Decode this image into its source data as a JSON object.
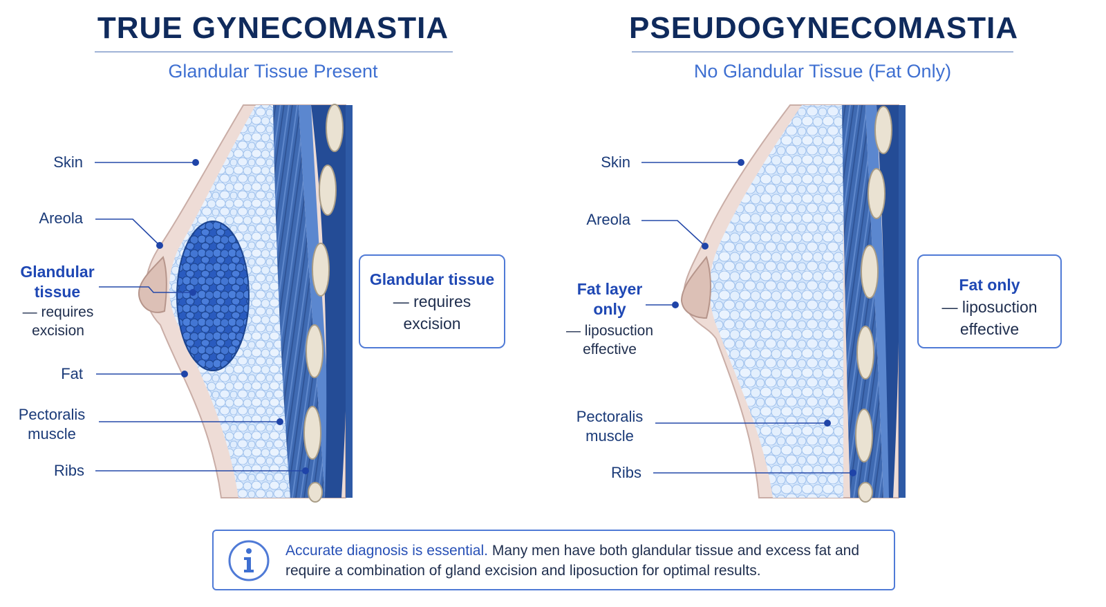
{
  "left_panel": {
    "title": "TRUE GYNECOMASTIA",
    "subtitle": "Glandular Tissue Present",
    "labels": {
      "skin": "Skin",
      "areola": "Areola",
      "glandular_line1": "Glandular",
      "glandular_line2": "tissue",
      "glandular_note1": "— requires",
      "glandular_note2": "excision",
      "fat": "Fat",
      "pectoralis_line1": "Pectoralis",
      "pectoralis_line2": "muscle",
      "ribs": "Ribs"
    },
    "callout": {
      "heading": "Glandular tissue",
      "line1": "— requires",
      "line2": "excision"
    }
  },
  "right_panel": {
    "title": "PSEUDOGYNECOMASTIA",
    "subtitle": "No Glandular Tissue (Fat Only)",
    "labels": {
      "skin": "Skin",
      "areola": "Areola",
      "fat_line1": "Fat layer",
      "fat_line2": "only",
      "fat_note1": "— liposuction",
      "fat_note2": "effective",
      "pectoralis_line1": "Pectoralis",
      "pectoralis_line2": "muscle",
      "ribs": "Ribs"
    },
    "callout": {
      "heading": "Fat only",
      "line1": "— liposuction",
      "line2": "effective"
    }
  },
  "info_box": {
    "icon": "info-icon",
    "lead": "Accurate diagnosis is essential.",
    "text": "Many men have both glandular tissue and excess fat and require a combination of gland excision and liposuction for optimal results."
  },
  "colors": {
    "title": "#0f2a5c",
    "accent": "#3e6fd1",
    "gland": "#2e62c4",
    "fat": "#cfe2fb",
    "muscle": "#3d68b0",
    "skin": "#eedcd6"
  }
}
